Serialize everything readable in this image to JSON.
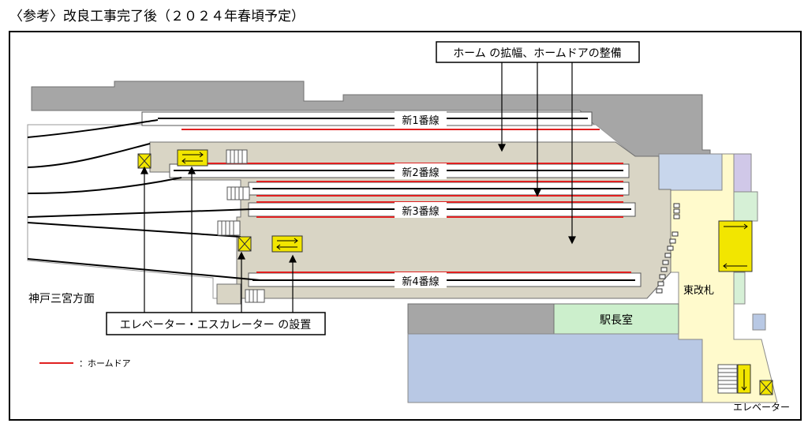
{
  "title": "〈参考〉改良工事完了後（２０２４年春頃予定）",
  "callouts": {
    "platform": "ホーム の拡幅、ホームドアの整備",
    "elevator_escalator": "エレベーター・エスカレーター の設置"
  },
  "tracks": [
    "新1番線",
    "新2番線",
    "新3番線",
    "新4番線"
  ],
  "labels": {
    "kobe": "神戸三宮方面",
    "east_gate": "東改札",
    "station_office": "駅長室",
    "elevator": "エレベーター"
  },
  "legend": {
    "platform_door": "：ホームドア"
  },
  "colors": {
    "platform": "#d9d5c5",
    "platform_door": "#e02020",
    "building": "#a6a6a6",
    "concourse": "#fffacc",
    "office": "#ccefcc",
    "plaza": "#b8c8e4",
    "elevator_box": "#f2e600"
  }
}
